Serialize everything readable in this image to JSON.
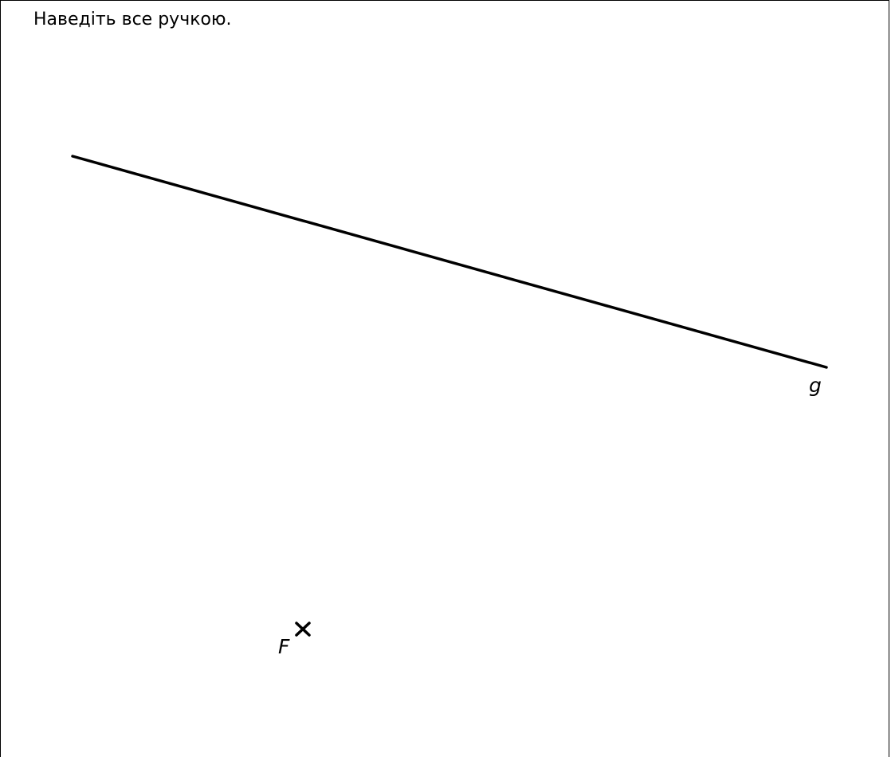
{
  "instruction": "Наведіть все ручкою.",
  "line_label": "g",
  "point_label": "F",
  "stroke_color": "#000000",
  "point_marker": "cross"
}
